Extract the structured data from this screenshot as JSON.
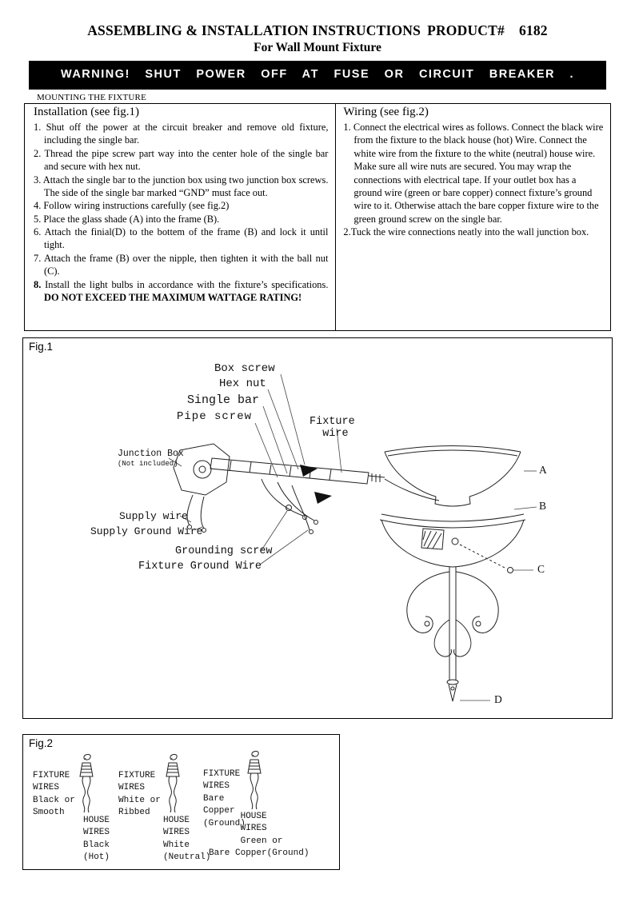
{
  "header": {
    "title_main": "ASSEMBLING & INSTALLATION INSTRUCTIONS",
    "product_label": "PRODUCT#",
    "product_number": "6182",
    "subtitle": "For Wall Mount Fixture",
    "warning_text": "WARNING! SHUT POWER OFF AT FUSE OR CIRCUIT BREAKER .",
    "section_label": "MOUNTING THE FIXTURE"
  },
  "installation": {
    "heading": "Installation (see fig.1)",
    "steps": [
      {
        "num": "1.",
        "text": " Shut off the power at the circuit breaker and remove old fixture, including the single bar."
      },
      {
        "num": "2.",
        "text": " Thread the pipe screw part way into the center hole of the single bar and secure with hex nut."
      },
      {
        "num": "3.",
        "text": " Attach the single bar to the junction box using two junction box screws. The side of the single bar marked “GND” must face out."
      },
      {
        "num": "4.",
        "text": " Follow wiring instructions carefully (see fig.2)"
      },
      {
        "num": "5.",
        "text": " Place the glass shade (A) into the frame (B)."
      },
      {
        "num": "6.",
        "text": " Attach the finial(D) to the bottem of the frame (B) and lock it until tight."
      },
      {
        "num": "7.",
        "text": " Attach the frame (B) over the nipple, then tighten it with the ball nut (C)."
      },
      {
        "num": "8.",
        "text": " Install the light bulbs in accordance with the fixture’s specifications. ",
        "bold": "DO NOT EXCEED THE MAXIMUM WATTAGE RATING!"
      }
    ]
  },
  "wiring": {
    "heading": "Wiring (see fig.2)",
    "steps": [
      {
        "num": "1.",
        "text": " Connect the electrical wires as follows. Connect the black wire from the fixture to the black house (hot) Wire. Connect the white wire from the fixture to the white (neutral) house wire. Make sure all wire nuts are secured. You may wrap the connections with electrical tape. If your outlet box has a ground wire (green or bare copper) connect fixture’s ground wire to it. Otherwise attach the bare copper fixture wire to the green ground screw on the single bar."
      },
      {
        "num": "2.",
        "text": "Tuck the wire connections neatly into the wall junction box."
      }
    ]
  },
  "fig1": {
    "label": "Fig.1",
    "annotations": {
      "box_screw": "Box screw",
      "hex_nut": "Hex nut",
      "single_bar": "Single bar",
      "pipe_screw": "Pipe screw",
      "fixture_wire": "Fixture\n  wire",
      "junction_box": "Junction Box",
      "junction_box_note": "(Not included)",
      "supply_wire": "Supply wire",
      "supply_ground_wire": "Supply Ground Wire",
      "grounding_screw": "Grounding screw",
      "fixture_ground_wire": "Fixture Ground Wire",
      "part_a": "A",
      "part_b": "B",
      "part_c": "C",
      "part_d": "D"
    }
  },
  "fig2": {
    "label": "Fig.2",
    "groups": [
      {
        "fixture": "FIXTURE\nWIRES\nBlack or\nSmooth",
        "house": "HOUSE\nWIRES\nBlack\n(Hot)"
      },
      {
        "fixture": "FIXTURE\nWIRES\nWhite or\nRibbed",
        "house": "HOUSE\nWIRES\nWhite\n(Neutral)"
      },
      {
        "fixture": "FIXTURE\nWIRES\nBare\nCopper\n(Ground)",
        "house": "      HOUSE\n      WIRES\n      Green or\nBare Copper(Ground)"
      }
    ]
  }
}
